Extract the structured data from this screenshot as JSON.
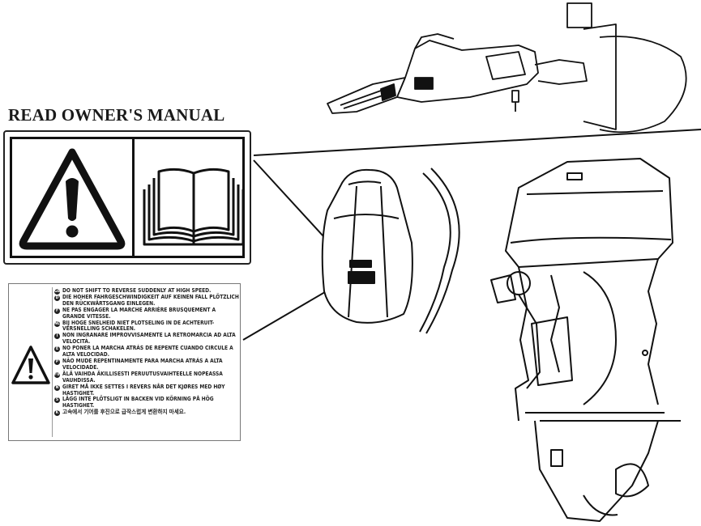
{
  "title": "READ OWNER'S MANUAL",
  "icons": {
    "warning": "warning-triangle-icon",
    "manual": "open-book-icon",
    "small_warning": "warning-triangle-icon"
  },
  "warnings": [
    {
      "num": "GB",
      "text": "DO NOT SHIFT TO REVERSE SUDDENLY AT HIGH SPEED."
    },
    {
      "num": "D",
      "text": "DIE HOHER FAHRGESCHWINDIGKEIT AUF KEINEN FALL PLÖTZLICH DEN RÜCKWÄRTSGANG EINLEGEN."
    },
    {
      "num": "F",
      "text": "NE PAS ENGAGER LA MARCHE ARRIÈRE BRUSQUEMENT A GRANDE VITESSE."
    },
    {
      "num": "NL",
      "text": "BIJ HOGE SNELHEID NIET PLOTSELING IN DE ACHTERUIT-VERSNELLING SCHAKELEN."
    },
    {
      "num": "I",
      "text": "NON INGRANARE IMPROVVISAMENTE LA RETROMARCIA AD ALTA VELOCITÀ."
    },
    {
      "num": "E",
      "text": "NO PONER LA MARCHA ATRÁS DE REPENTE CUANDO CIRCULE A ALTA VELOCIDAD."
    },
    {
      "num": "P",
      "text": "NÃO MUDE REPENTINAMENTE PARA MARCHA ATRÁS A ALTA VELOCIDADE."
    },
    {
      "num": "FIN",
      "text": "ÄLÄ VAIHDA ÄKILLISESTI PERUUTUSVAIHTEELLE NOPEASSA VAUHDISSA."
    },
    {
      "num": "N",
      "text": "GIRET MÅ IKKE SETTES I REVERS NÅR DET KJØRES MED HØY HASTIGHET."
    },
    {
      "num": "S",
      "text": "LÄGG INTE PLÖTSLIGT IN BACKEN VID KÖRNING PÅ HÖG HASTIGHET."
    },
    {
      "num": "K",
      "text": "고속에서 기어를 후진으로 급작스럽게 변환하지 마세요."
    }
  ]
}
